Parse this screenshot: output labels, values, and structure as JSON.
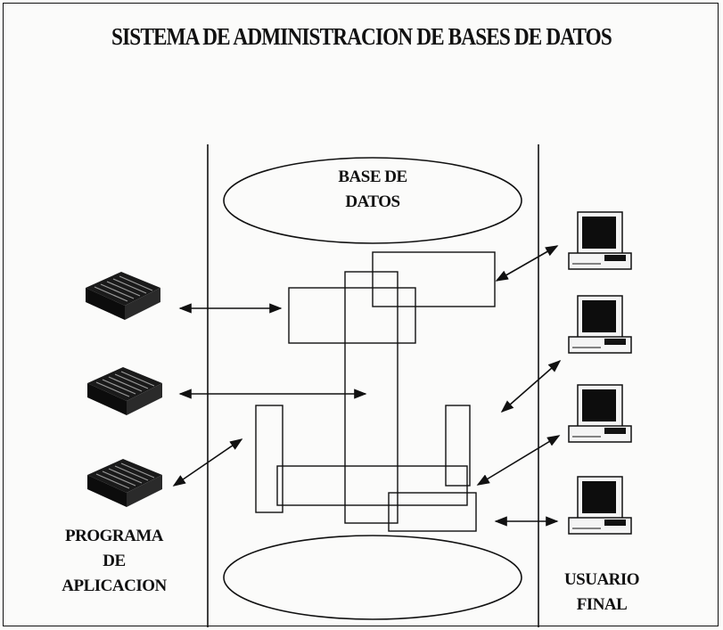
{
  "title": "SISTEMA DE ADMINISTRACION DE BASES DE DATOS",
  "database_label": [
    "BASE DE",
    "DATOS"
  ],
  "application_label": [
    "PROGRAMA",
    "DE",
    "APLICACION"
  ],
  "end_user_label": [
    "USUARIO",
    "FINAL"
  ],
  "icons": {
    "application": "application-program-icon",
    "terminal": "computer-terminal-icon"
  }
}
